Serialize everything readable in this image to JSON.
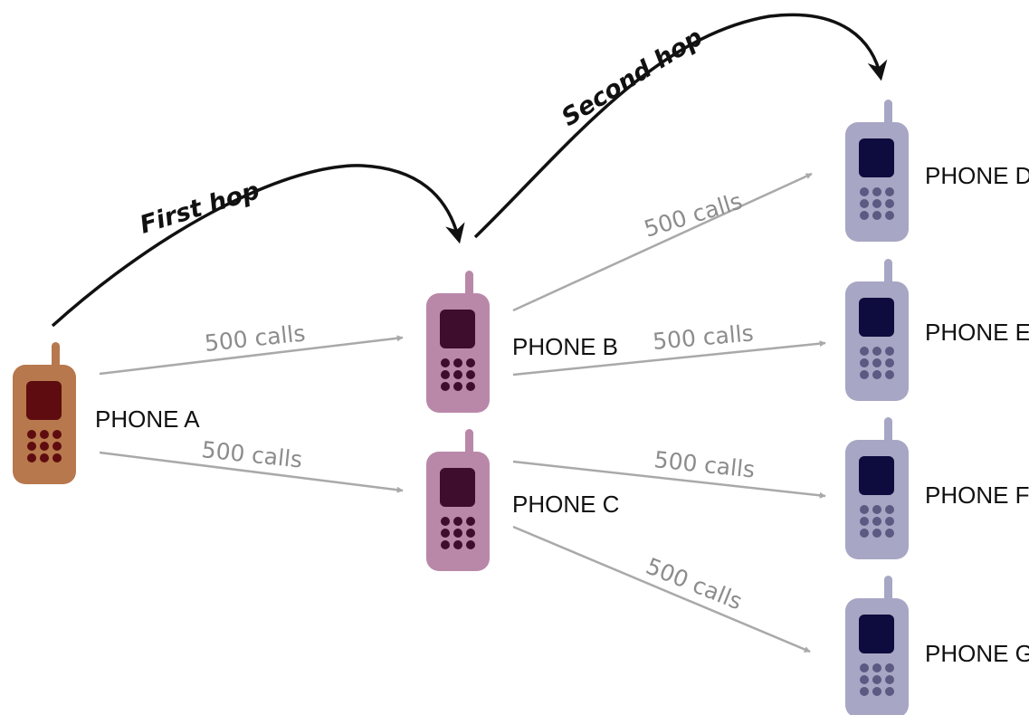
{
  "hops": {
    "first": "First hop",
    "second": "Second hop"
  },
  "edges": [
    {
      "from": "A",
      "to": "B",
      "label": "500 calls"
    },
    {
      "from": "A",
      "to": "C",
      "label": "500 calls"
    },
    {
      "from": "B",
      "to": "D",
      "label": "500 calls"
    },
    {
      "from": "B",
      "to": "E",
      "label": "500 calls"
    },
    {
      "from": "C",
      "to": "F",
      "label": "500 calls"
    },
    {
      "from": "C",
      "to": "G",
      "label": "500 calls"
    }
  ],
  "phones": [
    {
      "id": "A",
      "label": "PHONE A",
      "icon": "phone-icon",
      "colors": {
        "body": "#b7784d",
        "screen": "#5e0c0f",
        "keys": "#5e0c0f"
      }
    },
    {
      "id": "B",
      "label": "PHONE B",
      "icon": "phone-icon",
      "colors": {
        "body": "#b988a9",
        "screen": "#3e0c2c",
        "keys": "#3e0c2c"
      }
    },
    {
      "id": "C",
      "label": "PHONE C",
      "icon": "phone-icon",
      "colors": {
        "body": "#b988a9",
        "screen": "#3e0c2c",
        "keys": "#3e0c2c"
      }
    },
    {
      "id": "D",
      "label": "PHONE D",
      "icon": "phone-icon",
      "colors": {
        "body": "#a7a6c4",
        "screen": "#0e0c3e",
        "keys": "#5a5a82"
      }
    },
    {
      "id": "E",
      "label": "PHONE E",
      "icon": "phone-icon",
      "colors": {
        "body": "#a7a6c4",
        "screen": "#0e0c3e",
        "keys": "#5a5a82"
      }
    },
    {
      "id": "F",
      "label": "PHONE F",
      "icon": "phone-icon",
      "colors": {
        "body": "#a7a6c4",
        "screen": "#0e0c3e",
        "keys": "#5a5a82"
      }
    },
    {
      "id": "G",
      "label": "PHONE G",
      "icon": "phone-icon",
      "colors": {
        "body": "#a7a6c4",
        "screen": "#0e0c3e",
        "keys": "#5a5a82"
      }
    }
  ],
  "colors": {
    "call_arrow": "#a9a9a9",
    "hop_arrow": "#111111"
  }
}
